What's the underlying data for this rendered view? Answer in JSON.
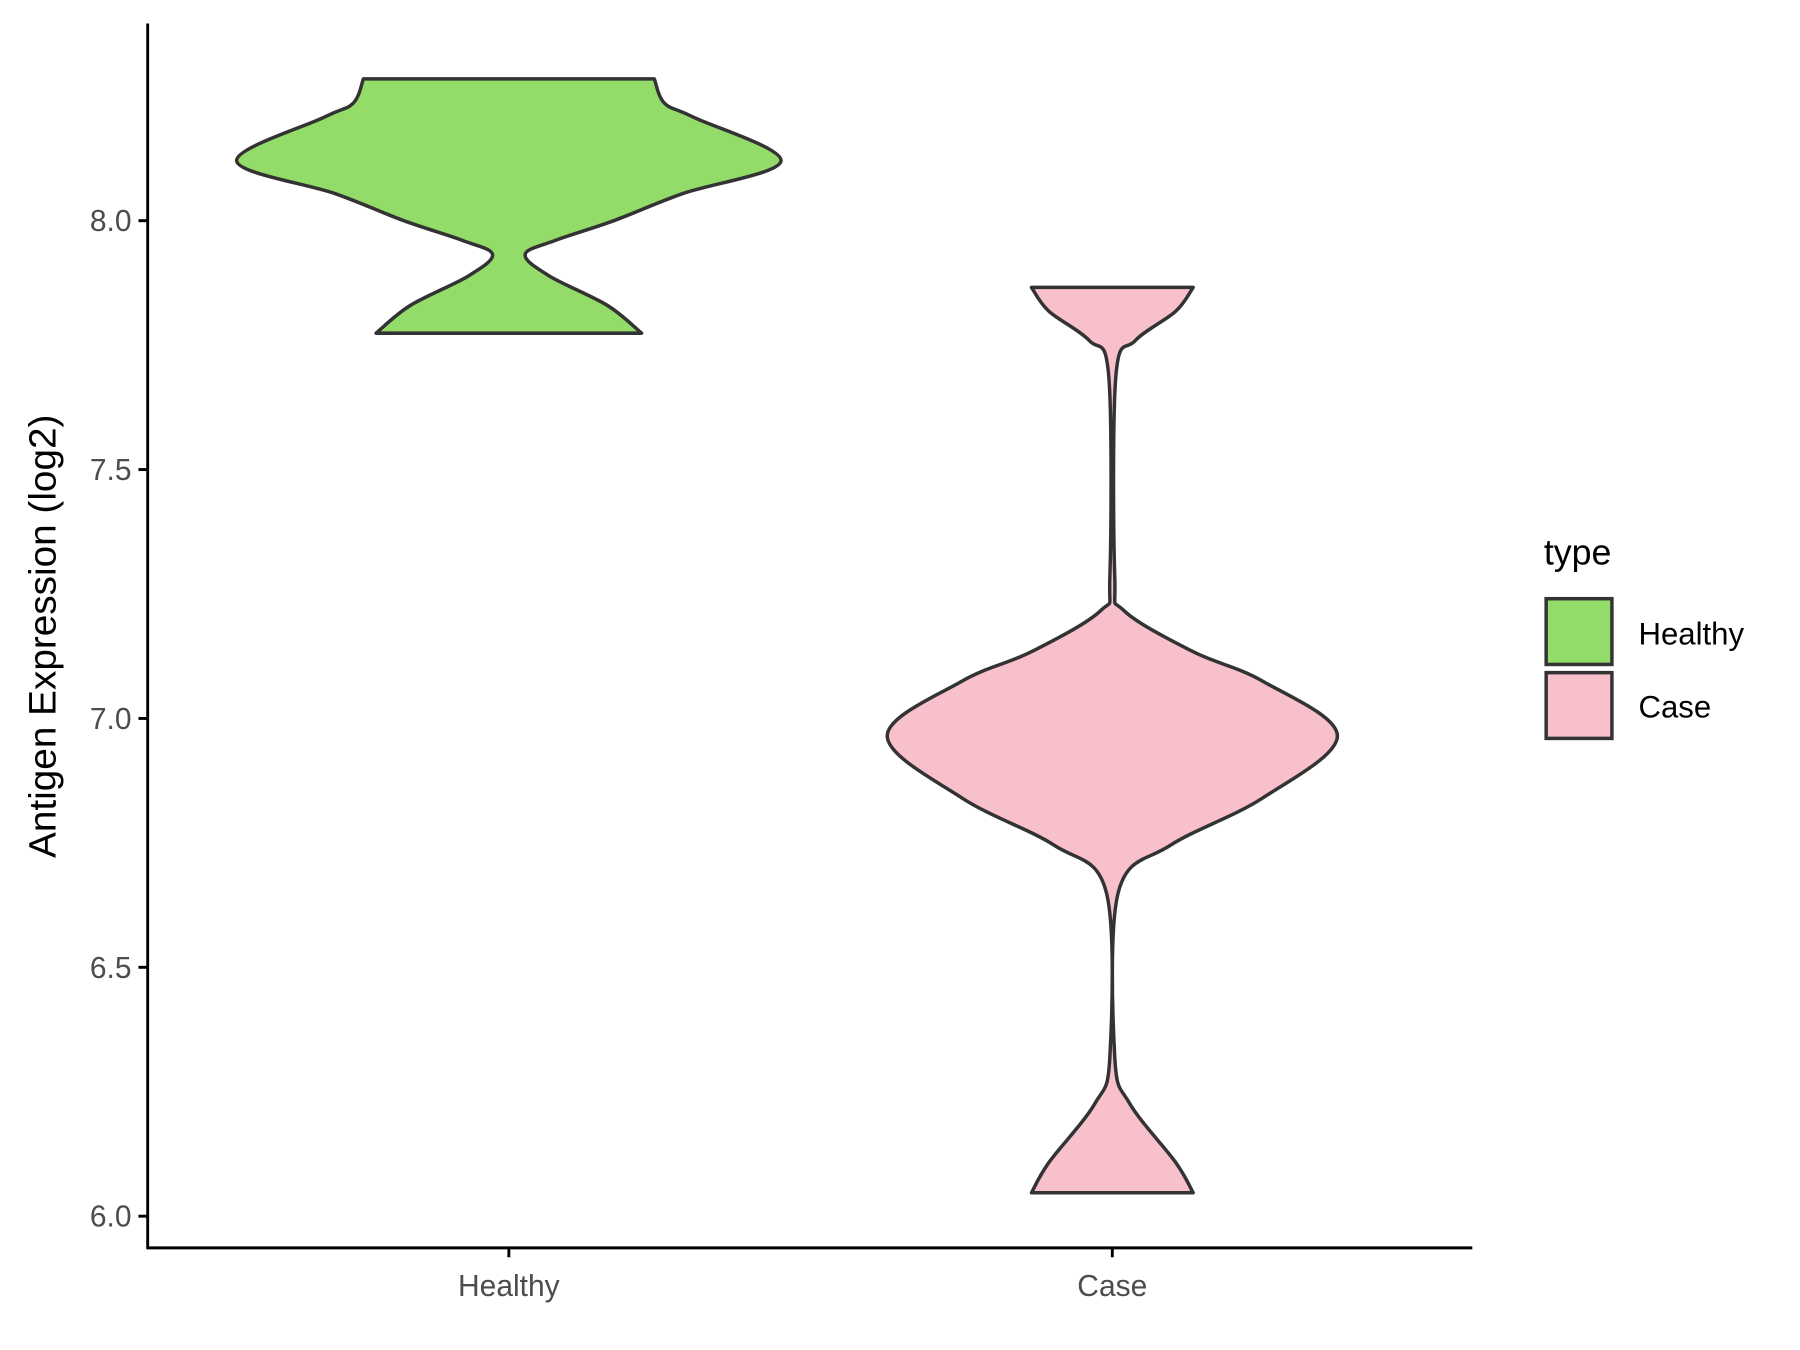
{
  "chart_data": {
    "type": "violin",
    "title": "",
    "xlabel": "",
    "ylabel": "Antigen Expression (log2)",
    "ylim": [
      5.935,
      8.4
    ],
    "yticks": [
      "6.0",
      "6.5",
      "7.0",
      "7.5",
      "8.0"
    ],
    "ytick_values": [
      6.0,
      6.5,
      7.0,
      7.5,
      8.0
    ],
    "categories": [
      "Healthy",
      "Case"
    ],
    "grid": false,
    "legend": {
      "title": "type",
      "placement": "right",
      "entries": [
        "Healthy",
        "Case"
      ]
    },
    "series": [
      {
        "name": "Healthy",
        "color": "#93DC6A",
        "y": [
          8.285,
          8.236,
          8.208,
          8.12,
          8.054,
          8.0,
          7.96,
          7.932,
          7.889,
          7.83,
          7.774
        ],
        "half_width": [
          0.241,
          0.258,
          0.306,
          0.451,
          0.287,
          0.174,
          0.076,
          0.027,
          0.067,
          0.163,
          0.22
        ]
      },
      {
        "name": "Case",
        "color": "#F7C0CB",
        "y": [
          7.866,
          7.818,
          7.759,
          7.689,
          7.288,
          7.217,
          7.134,
          7.075,
          6.965,
          6.84,
          6.745,
          6.651,
          6.321,
          6.226,
          6.108,
          6.047
        ],
        "half_width": [
          0.134,
          0.105,
          0.038,
          0.006,
          0.004,
          0.019,
          0.134,
          0.249,
          0.373,
          0.249,
          0.096,
          0.01,
          0.004,
          0.029,
          0.105,
          0.134
        ]
      }
    ]
  }
}
